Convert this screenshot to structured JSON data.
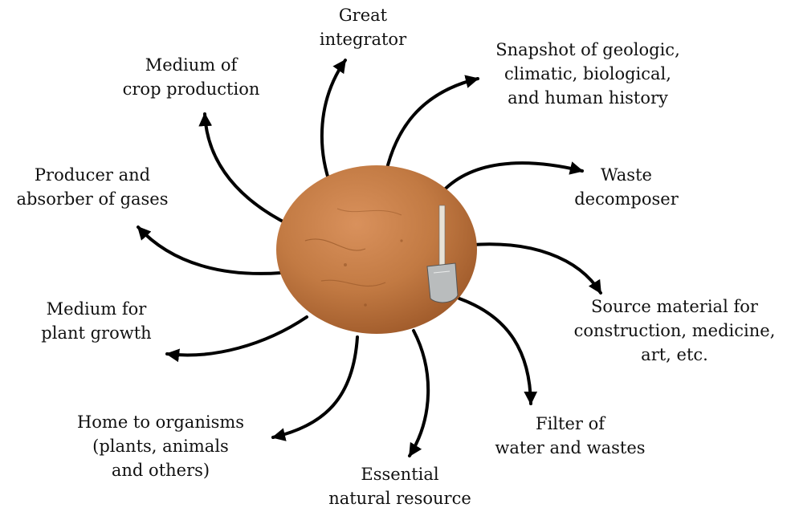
{
  "colors": {
    "soil_light": "#d9915c",
    "soil_mid": "#c27a43",
    "soil_dark": "#9f5a2a",
    "arrow": "#000000",
    "text": "#111111",
    "shovel_blade": "#b9bcbd",
    "shovel_handle": "#e8e2d6"
  },
  "center": {
    "icon": "soil-ball-with-shovel"
  },
  "labels": {
    "great_integrator": {
      "line1": "Great",
      "line2": "integrator"
    },
    "crop_production": {
      "line1": "Medium of",
      "line2": "crop production"
    },
    "snapshot": {
      "line1": "Snapshot of geologic,",
      "line2": "climatic, biological,",
      "line3": "and human history"
    },
    "waste_decomposer": {
      "line1": "Waste",
      "line2": "decomposer"
    },
    "gases": {
      "line1": "Producer and",
      "line2": "absorber of gases"
    },
    "source_material": {
      "line1": "Source material for",
      "line2": "construction, medicine,",
      "line3": "art, etc."
    },
    "plant_growth": {
      "line1": "Medium for",
      "line2": "plant growth"
    },
    "filter": {
      "line1": "Filter of",
      "line2": "water and wastes"
    },
    "organisms": {
      "line1": "Home to organisms",
      "line2": "(plants, animals",
      "line3": "and others)"
    },
    "natural_resource": {
      "line1": "Essential",
      "line2": "natural resource"
    }
  }
}
